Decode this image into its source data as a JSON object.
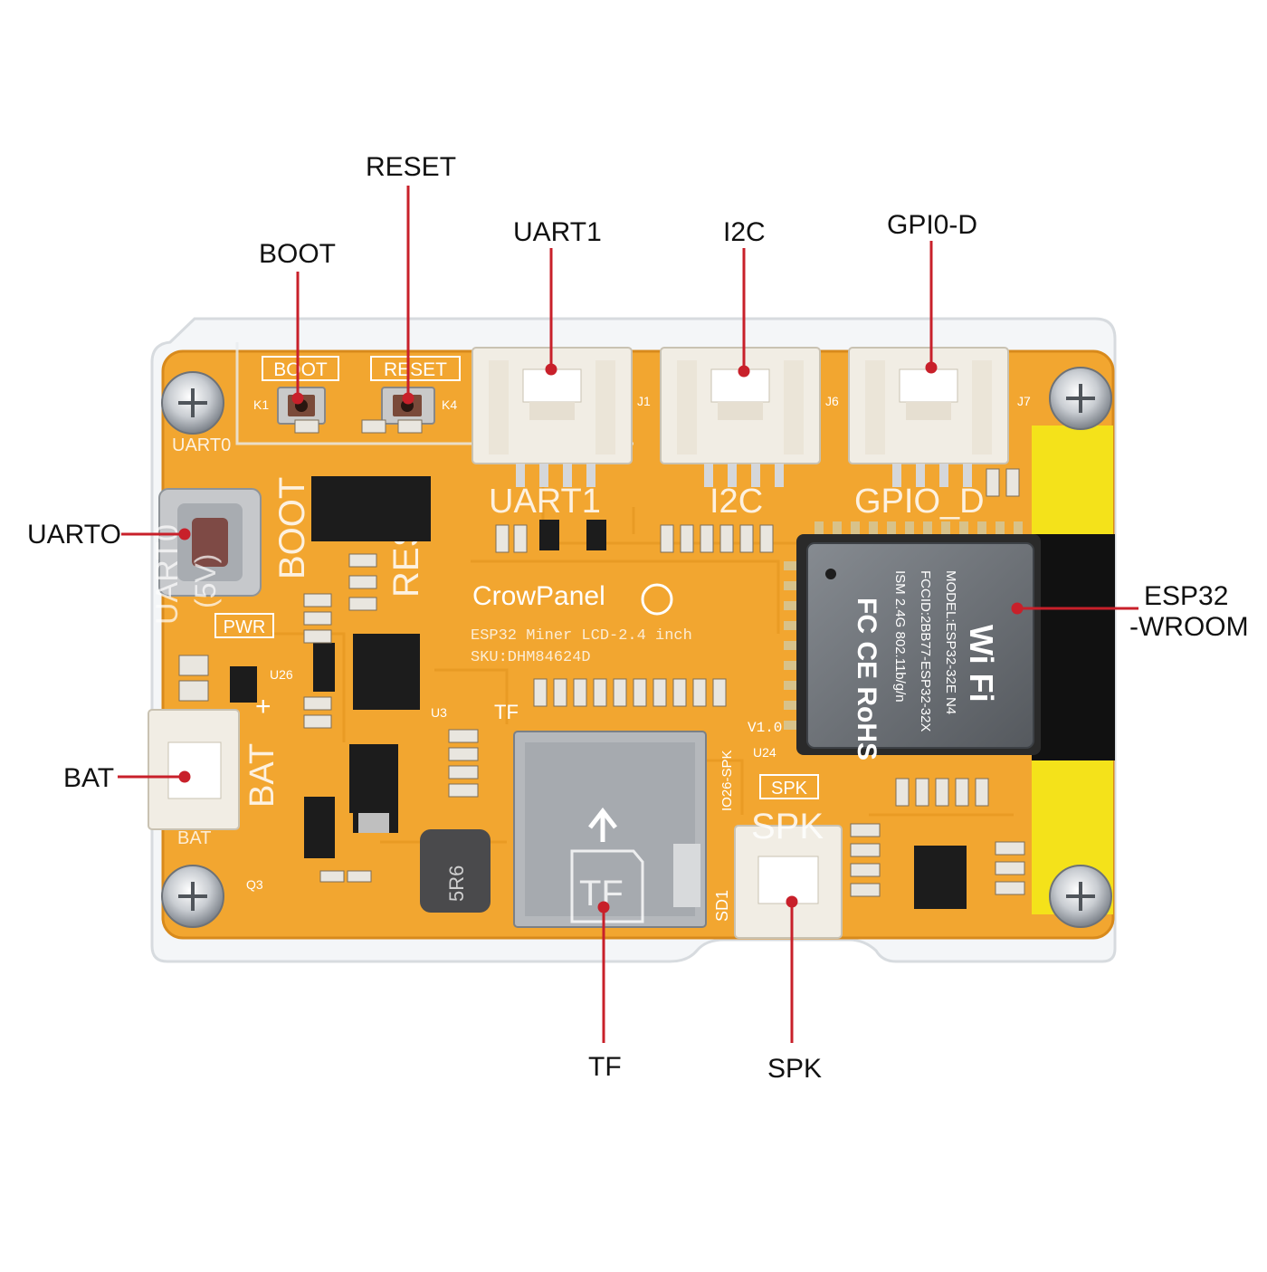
{
  "colors": {
    "pcb": "#f2a630",
    "pcb_dark": "#d88a1c",
    "copper_yellow": "#f4e21a",
    "leader": "#c8202a",
    "acrylic": "#eef1f4",
    "connector": "#f1ede4",
    "ic": "#1c1c1c",
    "module": "#6a6f75",
    "silk": "#ffffff"
  },
  "callouts": {
    "reset": "RESET",
    "boot": "BOOT",
    "uart1": "UART1",
    "i2c": "I2C",
    "gpio_d": "GPI0-D",
    "uart0": "UARTO",
    "esp32_line1": "ESP32",
    "esp32_line2": "-WROOM",
    "bat": "BAT",
    "tf": "TF",
    "spk": "SPK"
  },
  "board_silk": {
    "boot_btn": "BOOT",
    "reset_btn": "RESET",
    "uart1_big": "UART1",
    "i2c_big": "I2C",
    "gpio_big": "GPIO_D",
    "boot_big": "BOOT",
    "reset_big": "RESET",
    "uart0_small": "UART0",
    "uart0_big": "UART0",
    "five_v": "(5V)",
    "pwr": "PWR",
    "bat_big": "BAT",
    "bat_small": "BAT",
    "tf_small": "TF",
    "tf_big": "TF",
    "spk_small": "SPK",
    "spk_big": "SPK",
    "brand": "CrowPanel",
    "model": "ESP32 Miner LCD-2.4 inch",
    "sku": "SKU:DHM84624D",
    "version": "V1.0",
    "inductor": "5R6",
    "j1": "J1",
    "j6": "J6",
    "j7": "J7",
    "k1": "K1",
    "k4": "K4",
    "u24": "U24",
    "u3": "U3",
    "u26": "U26",
    "q3": "Q3",
    "sd1": "SD1",
    "io26_spk": "IO26-SPK",
    "plus": "+"
  },
  "module_text": {
    "model": "MODEL:ESP32-32E  N4",
    "fccid": "FCCID:2BB77-ESP32-32X",
    "ism": "ISM 2.4G 802.11b/g/n",
    "marks": "FC CE RoHS",
    "wifi": "Wi Fi"
  },
  "icons": {
    "screws": "screw-icon",
    "arrow": "up-arrow-icon"
  }
}
